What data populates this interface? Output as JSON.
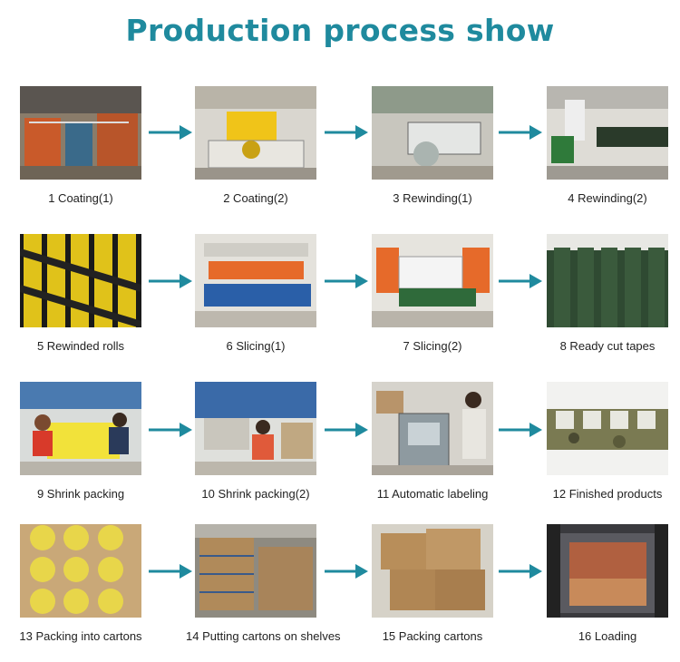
{
  "title": "Production process show",
  "accent_color": "#1f8a9e",
  "steps": [
    {
      "caption": "1 Coating(1)"
    },
    {
      "caption": "2 Coating(2)"
    },
    {
      "caption": "3 Rewinding(1)"
    },
    {
      "caption": "4 Rewinding(2)"
    },
    {
      "caption": "5 Rewinded rolls"
    },
    {
      "caption": "6 Slicing(1)"
    },
    {
      "caption": "7 Slicing(2)"
    },
    {
      "caption": "8 Ready cut tapes"
    },
    {
      "caption": "9 Shrink packing"
    },
    {
      "caption": "10 Shrink packing(2)"
    },
    {
      "caption": "11 Automatic labeling"
    },
    {
      "caption": "12 Finished products"
    },
    {
      "caption": "13 Packing into cartons"
    },
    {
      "caption": "14 Putting cartons on shelves"
    },
    {
      "caption": "15 Packing cartons"
    },
    {
      "caption": "16 Loading"
    }
  ]
}
